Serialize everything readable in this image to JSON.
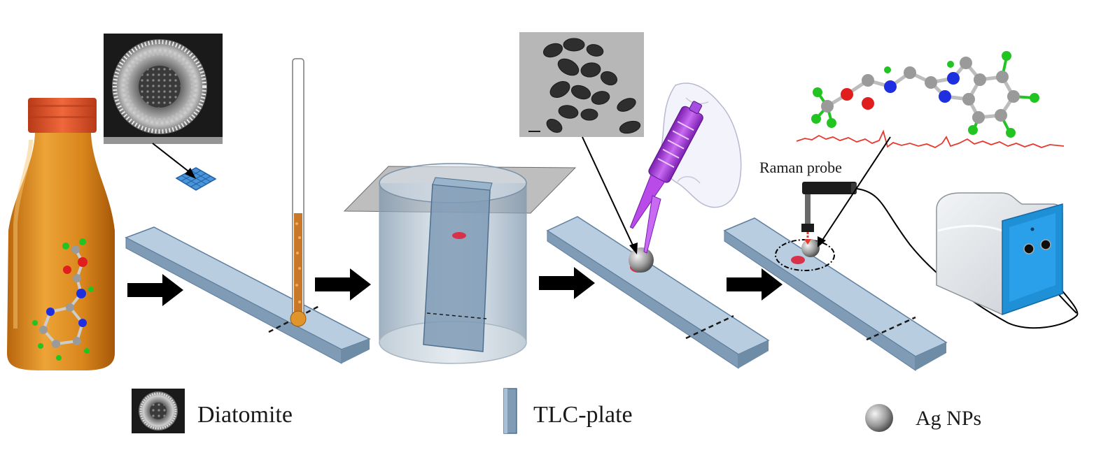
{
  "labels": {
    "raman_probe": "Raman probe"
  },
  "legend": {
    "diatomite": "Diatomite",
    "tlc_plate": "TLC-plate",
    "ag_nps": "Ag NPs"
  },
  "colors": {
    "plate_fill": "#9ab4cc",
    "plate_edge": "#5f7f9e",
    "juice": "#d9861c",
    "cap": "#e0522a",
    "arrow": "#000000",
    "spot": "#d8324a",
    "pipette": "#9b34d8",
    "device_blue": "#1f8fd6",
    "spectrum": "#e8392e",
    "atom_carbon": "#9a9a9a",
    "atom_nitrogen": "#1e2fe0",
    "atom_oxygen": "#e01e1e",
    "atom_chlorine": "#22c422"
  },
  "icons": [
    "bottle-icon",
    "sem-diatom-image",
    "capillary-tube-icon",
    "developing-tank-icon",
    "tem-nanoparticle-image",
    "gloved-hand-pipette-icon",
    "molecule-structure-icon",
    "raman-spectrum-icon",
    "raman-probe-icon",
    "raman-spectrometer-icon",
    "process-arrow-icon"
  ]
}
